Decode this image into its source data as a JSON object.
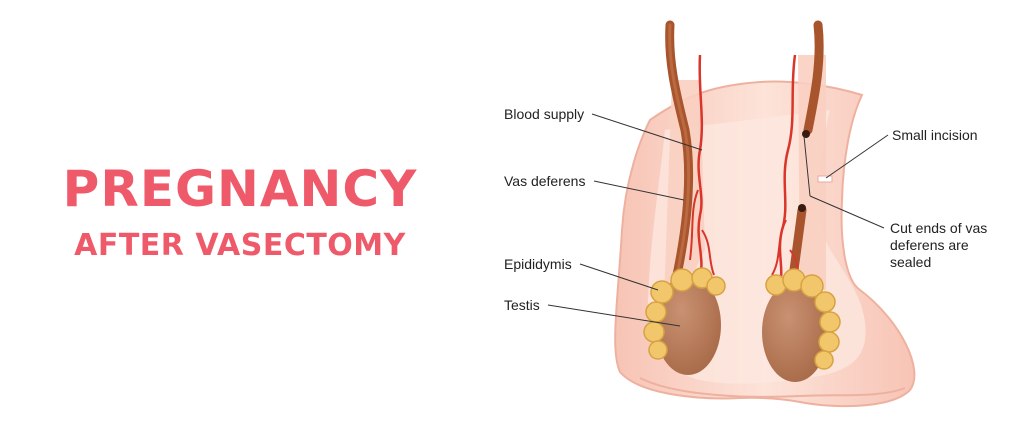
{
  "headline": {
    "main": "PREGNANCY",
    "sub": "AFTER VASECTOMY"
  },
  "labels": {
    "blood_supply": "Blood supply",
    "vas_deferens": "Vas deferens",
    "epididymis": "Epididymis",
    "testis": "Testis",
    "small_incision": "Small incision",
    "cut_ends": "Cut ends of vas deferens are sealed"
  },
  "colors": {
    "headline": "#ef5a6a",
    "scrotum_fill": "#fbd8cc",
    "scrotum_edge": "#f2b3a3",
    "vas_deferens": "#a8552e",
    "blood_vessel": "#d9352b",
    "epididymis": "#f2c76b",
    "testis": "#b97b57",
    "leader_line": "#333333"
  }
}
